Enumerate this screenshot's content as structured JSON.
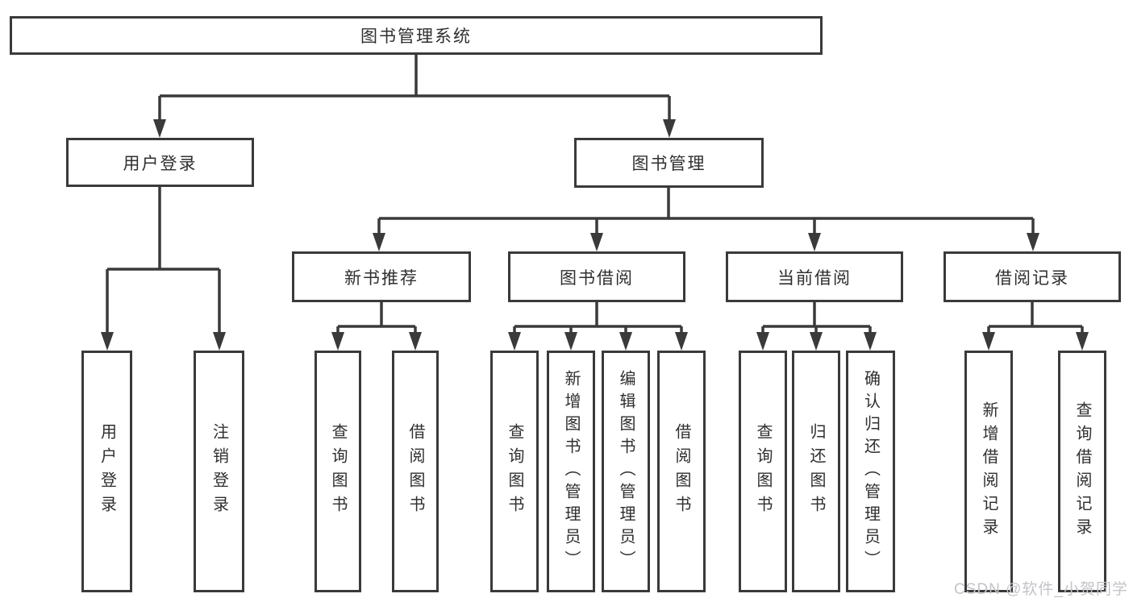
{
  "diagram": {
    "root": {
      "label": "图书管理系统"
    },
    "level2": {
      "user_login": {
        "label": "用户登录"
      },
      "book_management": {
        "label": "图书管理"
      }
    },
    "level3": {
      "new_book_recommend": {
        "label": "新书推荐"
      },
      "book_borrow": {
        "label": "图书借阅"
      },
      "current_borrow": {
        "label": "当前借阅"
      },
      "borrow_records": {
        "label": "借阅记录"
      }
    },
    "leaves": {
      "user_login": {
        "label": "用户登录"
      },
      "logout": {
        "label": "注销登录"
      },
      "query_book_recommend": {
        "label": "查询图书"
      },
      "borrow_book_recommend": {
        "label": "借阅图书"
      },
      "query_book_borrow": {
        "label": "查询图书"
      },
      "add_book_admin": {
        "label": "新增图书（管理员）"
      },
      "edit_book_admin": {
        "label": "编辑图书（管理员）"
      },
      "borrow_book_borrow": {
        "label": "借阅图书"
      },
      "query_book_current": {
        "label": "查询图书"
      },
      "return_book": {
        "label": "归还图书"
      },
      "confirm_return_admin": {
        "label": "确认归还（管理员）"
      },
      "add_borrow_record": {
        "label": "新增借阅记录"
      },
      "query_borrow_record": {
        "label": "查询借阅记录"
      }
    },
    "watermark": "CSDN @软件_小贺同学",
    "colors": {
      "line": "#3a3a3a",
      "text": "#2f2f2f",
      "background": "#ffffff",
      "watermark": "#c3c3c9"
    }
  }
}
